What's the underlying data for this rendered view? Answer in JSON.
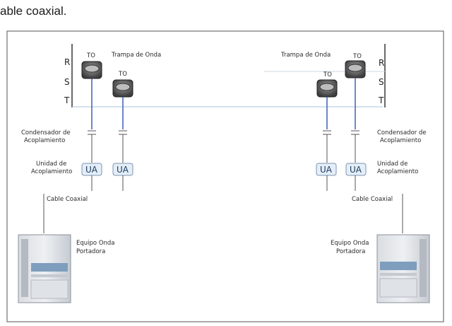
{
  "caption": "able coaxial.",
  "phases": [
    "R",
    "S",
    "T"
  ],
  "left": {
    "to_labels": [
      "TO",
      "TO"
    ],
    "trampa_label": "Trampa de Onda",
    "condensador": [
      "Condensador de",
      "Acoplamiento"
    ],
    "unidad": [
      "Unidad de",
      "Acoplamiento"
    ],
    "ua": [
      "UA",
      "UA"
    ],
    "cable": "Cable Coaxial",
    "equipo": [
      "Equipo Onda",
      "Portadora"
    ]
  },
  "right": {
    "to_labels": [
      "TO",
      "TO"
    ],
    "trampa_label": "Trampa de Onda",
    "condensador": [
      "Condensador de",
      "Acoplamiento"
    ],
    "unidad": [
      "Unidad de",
      "Acoplamiento"
    ],
    "ua": [
      "UA",
      "UA"
    ],
    "cable": "Cable Coaxial",
    "equipo": [
      "Equipo Onda",
      "Portadora"
    ]
  }
}
